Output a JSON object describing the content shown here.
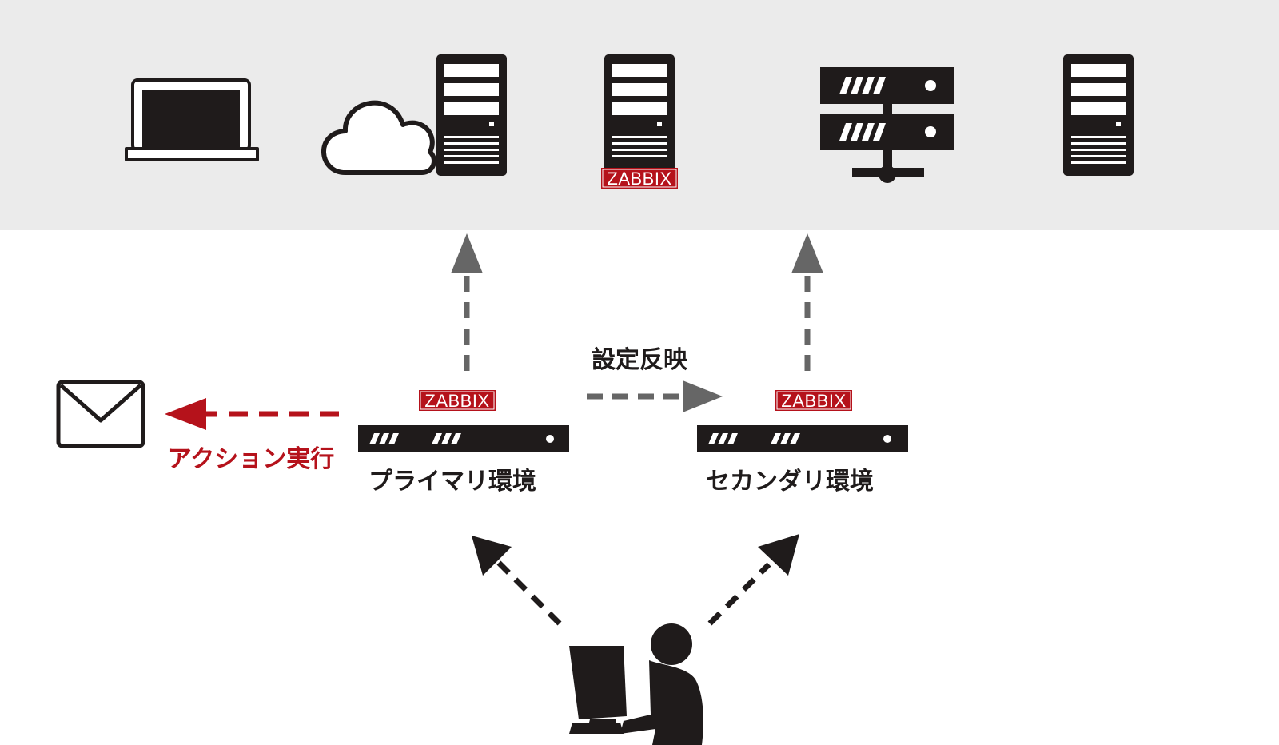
{
  "logo_text": "ZABBIX",
  "labels": {
    "action": "アクション実行",
    "primary": "プライマリ環境",
    "secondary": "セカンダリ環境",
    "sync": "設定反映"
  },
  "colors": {
    "top_band": "#ebebeb",
    "icon": "#1f1b1b",
    "accent_red": "#b5121b",
    "arrow_gray": "#666666"
  },
  "icons": [
    "laptop-icon",
    "cloud-icon",
    "server-tower-icon",
    "zabbix-server-icon",
    "network-server-icon",
    "server-tower-icon",
    "mail-icon",
    "rack-server-icon",
    "operator-icon"
  ]
}
